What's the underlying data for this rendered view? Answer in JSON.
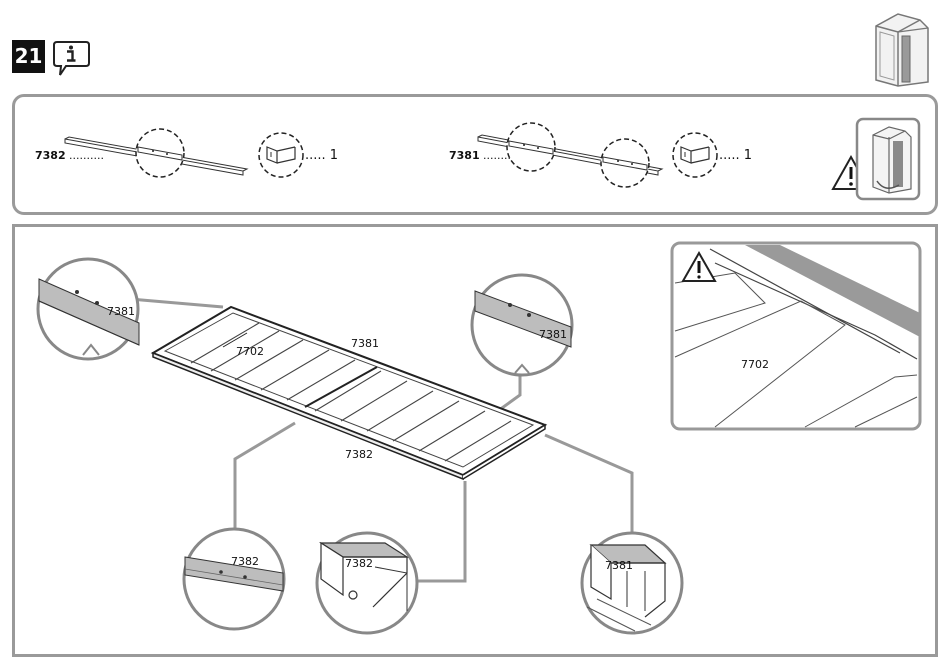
{
  "step": {
    "number": "21"
  },
  "icons": {
    "info": "info-speech-bubble-icon",
    "warning": "warning-triangle-icon",
    "shed": "shed-thumbnail-icon"
  },
  "parts": [
    {
      "code": "7382",
      "dots": "..........",
      "quantity_label": "..... 1"
    },
    {
      "code": "7381",
      "dots": "..........",
      "quantity_label": "..... 1"
    }
  ],
  "main": {
    "frame_labels": {
      "top_rail": "7381",
      "bottom_rail": "7382",
      "panel": "7702"
    },
    "callouts": {
      "top_left": "7381",
      "top_right": "7381",
      "bottom_left": "7382",
      "bottom_middle": "7382",
      "bottom_right": "7381",
      "inset": "7702"
    }
  }
}
